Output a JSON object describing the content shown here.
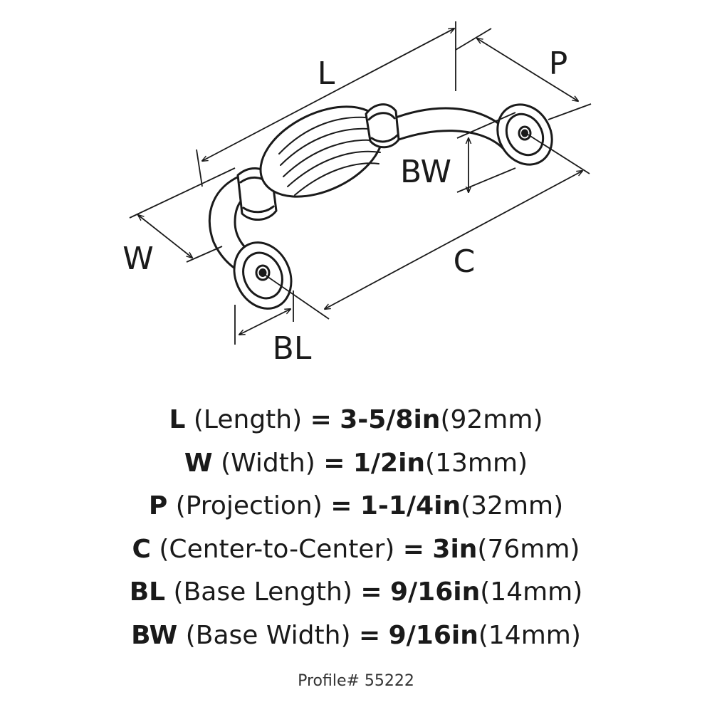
{
  "diagram": {
    "labels": {
      "L": "L",
      "P": "P",
      "W": "W",
      "BW": "BW",
      "C": "C",
      "BL": "BL"
    }
  },
  "specs": [
    {
      "code": "L",
      "label": "(Length)",
      "imperial": "3-5/8in",
      "metric": "(92mm)"
    },
    {
      "code": "W",
      "label": "(Width)",
      "imperial": "1/2in",
      "metric": "(13mm)"
    },
    {
      "code": "P",
      "label": "(Projection)",
      "imperial": "1-1/4in",
      "metric": "(32mm)"
    },
    {
      "code": "C",
      "label": "(Center-to-Center)",
      "imperial": "3in",
      "metric": "(76mm)"
    },
    {
      "code": "BL",
      "label": "(Base Length)",
      "imperial": "9/16in",
      "metric": "(14mm)"
    },
    {
      "code": "BW",
      "label": "(Base Width)",
      "imperial": "9/16in",
      "metric": "(14mm)"
    }
  ],
  "equals": "=",
  "profile": "Profile# 55222",
  "colors": {
    "ink": "#1a1a1a",
    "background": "#ffffff"
  }
}
